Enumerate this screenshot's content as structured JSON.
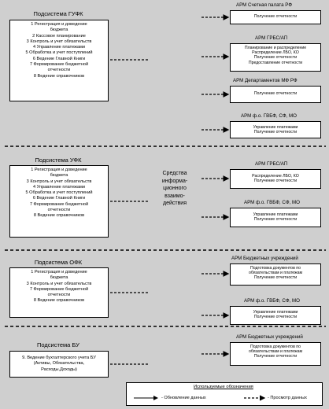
{
  "subsystems": [
    {
      "title": "Подсистема ГУФК",
      "items": [
        "1 Регистрация и доведение",
        "бюджета",
        "2 Кассовое планирование",
        "3 Контроль и учет обязательств",
        "4 Управление платежами",
        "5 Обработка и учет поступлений",
        "6 Ведение Главной Книги",
        "7 Формирование бюджетной",
        "отчетности",
        "8 Ведение справочников"
      ]
    },
    {
      "title": "Подсистема УФК",
      "items": [
        "1 Регистрация и доведение",
        "бюджета",
        "3 Контроль и учет обязательств",
        "4 Управление платежами",
        "5 Обработка и учет поступлений",
        "6 Ведение Главной Книги",
        "7 Формирование бюджетной",
        "отчетности",
        "8 Ведение справочников"
      ]
    },
    {
      "title": "Подсистема ОФК",
      "items": [
        "1 Регистрация и доведение",
        "бюджета",
        "3 Контроль и учет обязательств",
        "7 Формирование бюджетной",
        "отчетности",
        "8 Ведение справочников"
      ]
    },
    {
      "title": "Подсистема БУ",
      "items": [
        "9. Ведение бухгалтерского учета БУ",
        "(Активы, Обязательства,",
        "Расходы,Доходы)"
      ]
    }
  ],
  "center": {
    "lines": [
      "Средства",
      "информа-",
      "ционного",
      "взаимо-",
      "действия"
    ]
  },
  "arms": [
    {
      "title": "АРМ Счетная палата РФ",
      "lines": [
        "Получение отчетности"
      ]
    },
    {
      "title": "АРМ ГРБС/АП",
      "lines": [
        "Планирование и распределение",
        "Распределение ЛБО, КО",
        "Получение отчетности",
        "Предоставление отчетности"
      ]
    },
    {
      "title": "АРМ Департаментов МФ РФ",
      "lines": [
        "Получение отчетности"
      ]
    },
    {
      "title": "АРМ ф.о. ГВБФ, СФ, МО",
      "lines": [
        "Управление платежами",
        "Получение отчетности"
      ]
    },
    {
      "title": "АРМ ГРБС/АП",
      "lines": [
        "Распределение ЛБО, КО",
        "Получение отчетности"
      ]
    },
    {
      "title": "АРМ ф.о. ГВБФ, СФ, МО",
      "lines": [
        "Управление платежами",
        "Получение отчетности"
      ]
    },
    {
      "title": "АРМ Бюджетных учреждений",
      "lines": [
        "Подготовка документов по",
        "обязательствам и платежам",
        "Получение отчетности"
      ]
    },
    {
      "title": "АРМ ф.о. ГВБФ, СФ, МО",
      "lines": [
        "Управление платежами",
        "Получение отчетности"
      ]
    },
    {
      "title": "АРМ Бюджетных учреждений",
      "lines": [
        "Подготовка документов по",
        "обязательствам и платежам",
        "Получение отчетности"
      ]
    }
  ],
  "legend": {
    "title": "Используемые обозначения",
    "update_label": "- Обновление данных",
    "view_label": "- Просмотр данных"
  }
}
